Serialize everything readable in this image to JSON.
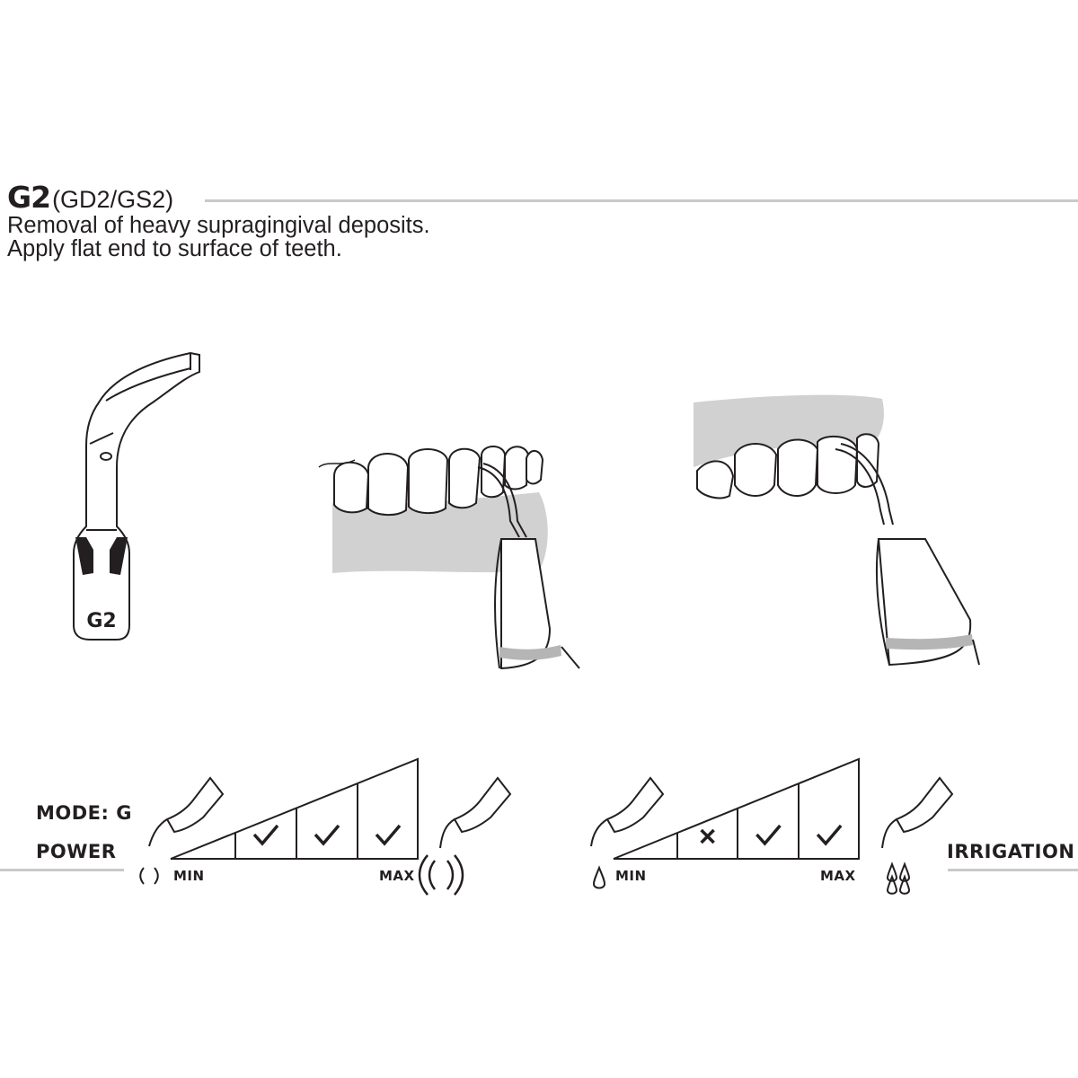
{
  "header": {
    "code": "G2",
    "variants": "(GD2/GS2)",
    "line1": "Removal of heavy supragingival deposits.",
    "line2": "Apply flat end to surface of teeth."
  },
  "tip": {
    "engraving": "G2"
  },
  "power": {
    "mode_label": "MODE: G",
    "label": "POWER",
    "min_label": "MIN",
    "max_label": "MAX",
    "levels": [
      {
        "level": 1,
        "allowed": null
      },
      {
        "level": 2,
        "allowed": true
      },
      {
        "level": 3,
        "allowed": true
      },
      {
        "level": 4,
        "allowed": true
      }
    ]
  },
  "irrigation": {
    "label": "IRRIGATION",
    "min_label": "MIN",
    "max_label": "MAX",
    "levels": [
      {
        "level": 1,
        "allowed": null
      },
      {
        "level": 2,
        "allowed": false
      },
      {
        "level": 3,
        "allowed": true
      },
      {
        "level": 4,
        "allowed": true
      }
    ]
  },
  "colors": {
    "ink": "#231f20",
    "gum": "#d1d1d1",
    "rule": "#c9c9c9",
    "band": "#b5b5b5"
  }
}
